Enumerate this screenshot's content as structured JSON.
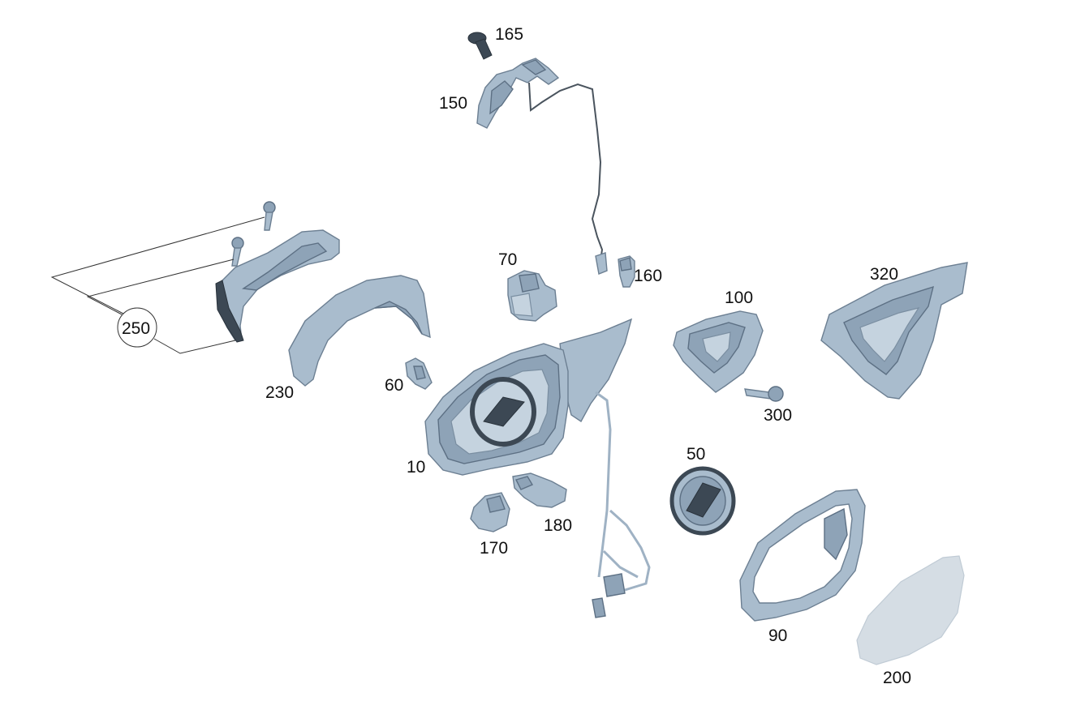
{
  "diagram": {
    "callouts": [
      {
        "id": "165",
        "label": "165"
      },
      {
        "id": "150",
        "label": "150"
      },
      {
        "id": "70",
        "label": "70"
      },
      {
        "id": "160",
        "label": "160"
      },
      {
        "id": "320",
        "label": "320"
      },
      {
        "id": "100",
        "label": "100"
      },
      {
        "id": "250",
        "label": "250"
      },
      {
        "id": "230",
        "label": "230"
      },
      {
        "id": "60",
        "label": "60"
      },
      {
        "id": "300",
        "label": "300"
      },
      {
        "id": "10",
        "label": "10"
      },
      {
        "id": "50",
        "label": "50"
      },
      {
        "id": "180",
        "label": "180"
      },
      {
        "id": "170",
        "label": "170"
      },
      {
        "id": "90",
        "label": "90"
      },
      {
        "id": "200",
        "label": "200"
      }
    ]
  }
}
